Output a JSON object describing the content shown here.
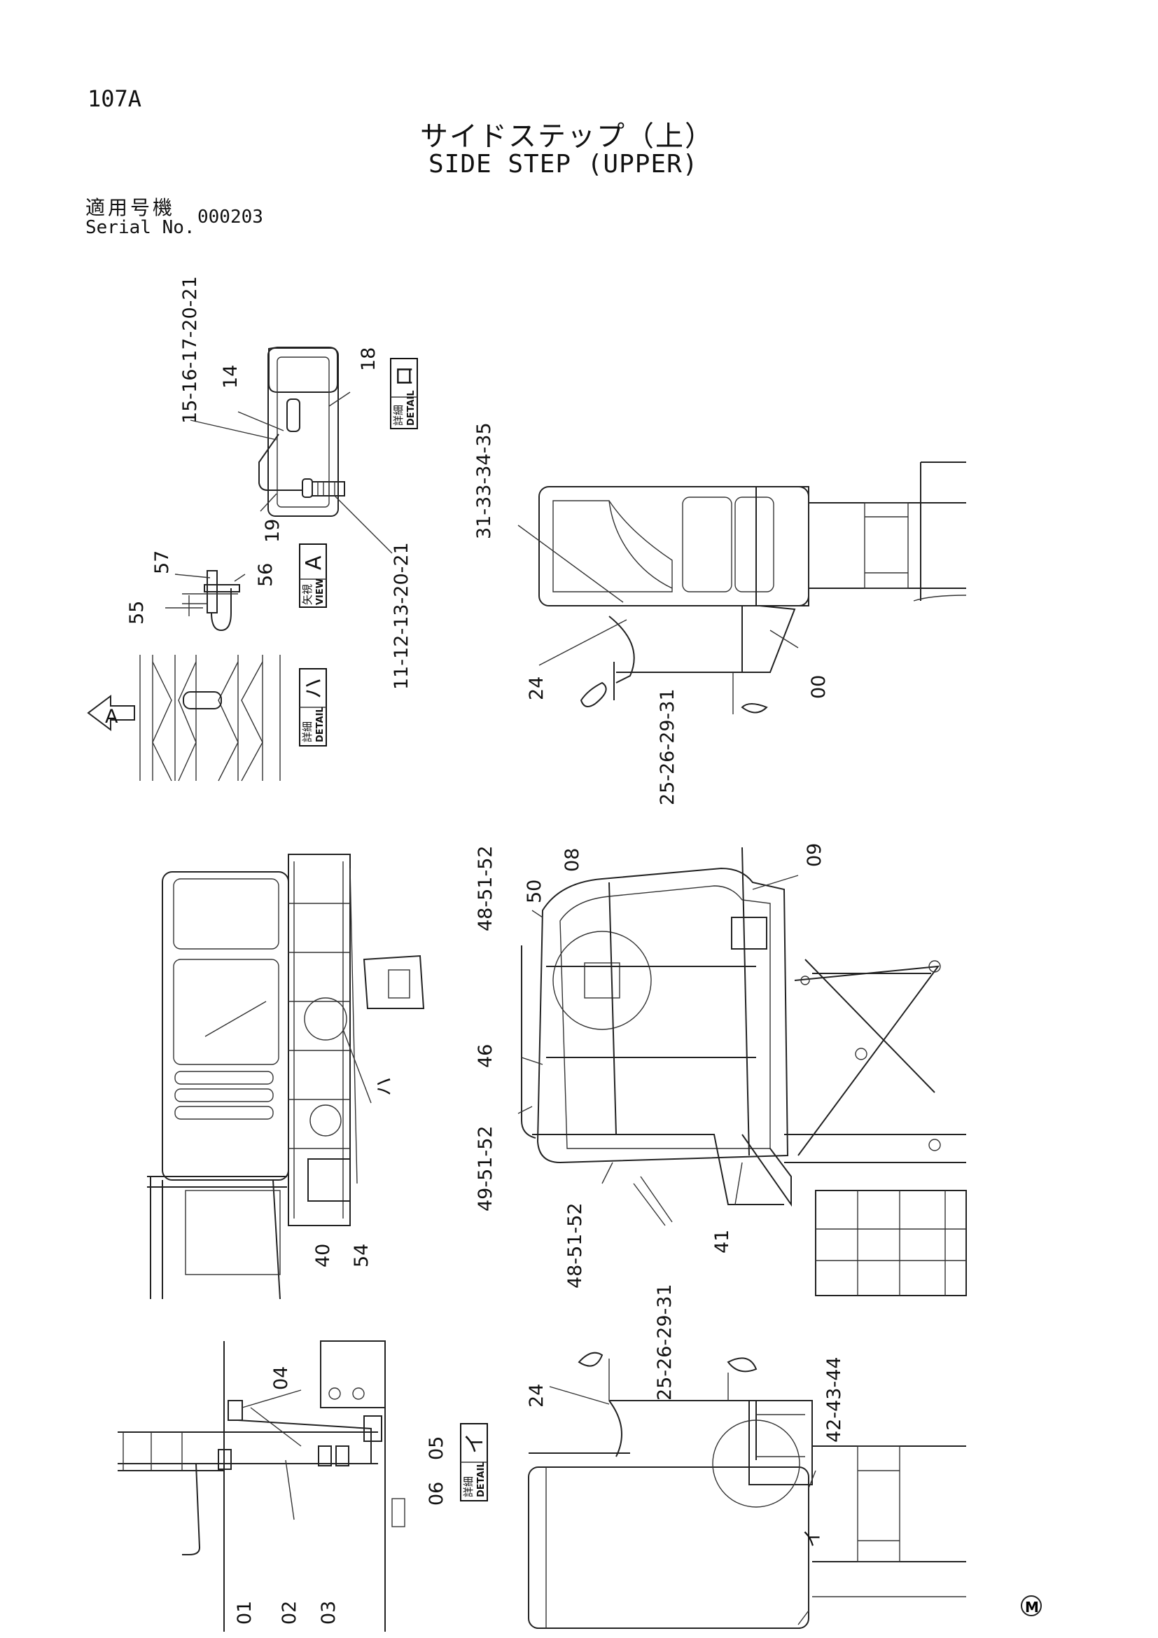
{
  "page_number": "107A",
  "title": {
    "jp": "サイドステップ（上）",
    "en": "SIDE STEP (UPPER)"
  },
  "serial": {
    "label_jp": "適用号機",
    "label_en": "Serial No.",
    "value": "000203"
  },
  "detail_boxes": [
    {
      "jp": "詳細",
      "en": "DETAIL",
      "sym": "ロ"
    },
    {
      "jp": "矢視",
      "en": "VIEW",
      "sym": "A"
    },
    {
      "jp": "詳細",
      "en": "DETAIL",
      "sym": "ハ"
    },
    {
      "jp": "詳細",
      "en": "DETAIL",
      "sym": "イ"
    }
  ],
  "view_arrow": "A",
  "callouts": {
    "c15": "15-16-17-20-21",
    "c14": "14",
    "c18": "18",
    "c19": "19",
    "c11": "11-12-13-20-21",
    "c57": "57",
    "c56": "56",
    "c55": "55",
    "c31": "31-33-34-35",
    "c24a": "24",
    "c00": "00",
    "c25a": "25-26-29-31",
    "c48a": "48-51-52",
    "c50": "50",
    "c08": "08",
    "c09": "09",
    "c46": "46",
    "c49": "49-51-52",
    "c48b": "48-51-52",
    "c41": "41",
    "c25b": "25-26-29-31",
    "c40": "40",
    "c54": "54",
    "c_ha": "ハ",
    "c04": "04",
    "c05": "05",
    "c06": "06",
    "c01": "01",
    "c02": "02",
    "c03": "03",
    "c24b": "24",
    "c42": "42-43-44",
    "c_i": "イ"
  },
  "mark": "M"
}
